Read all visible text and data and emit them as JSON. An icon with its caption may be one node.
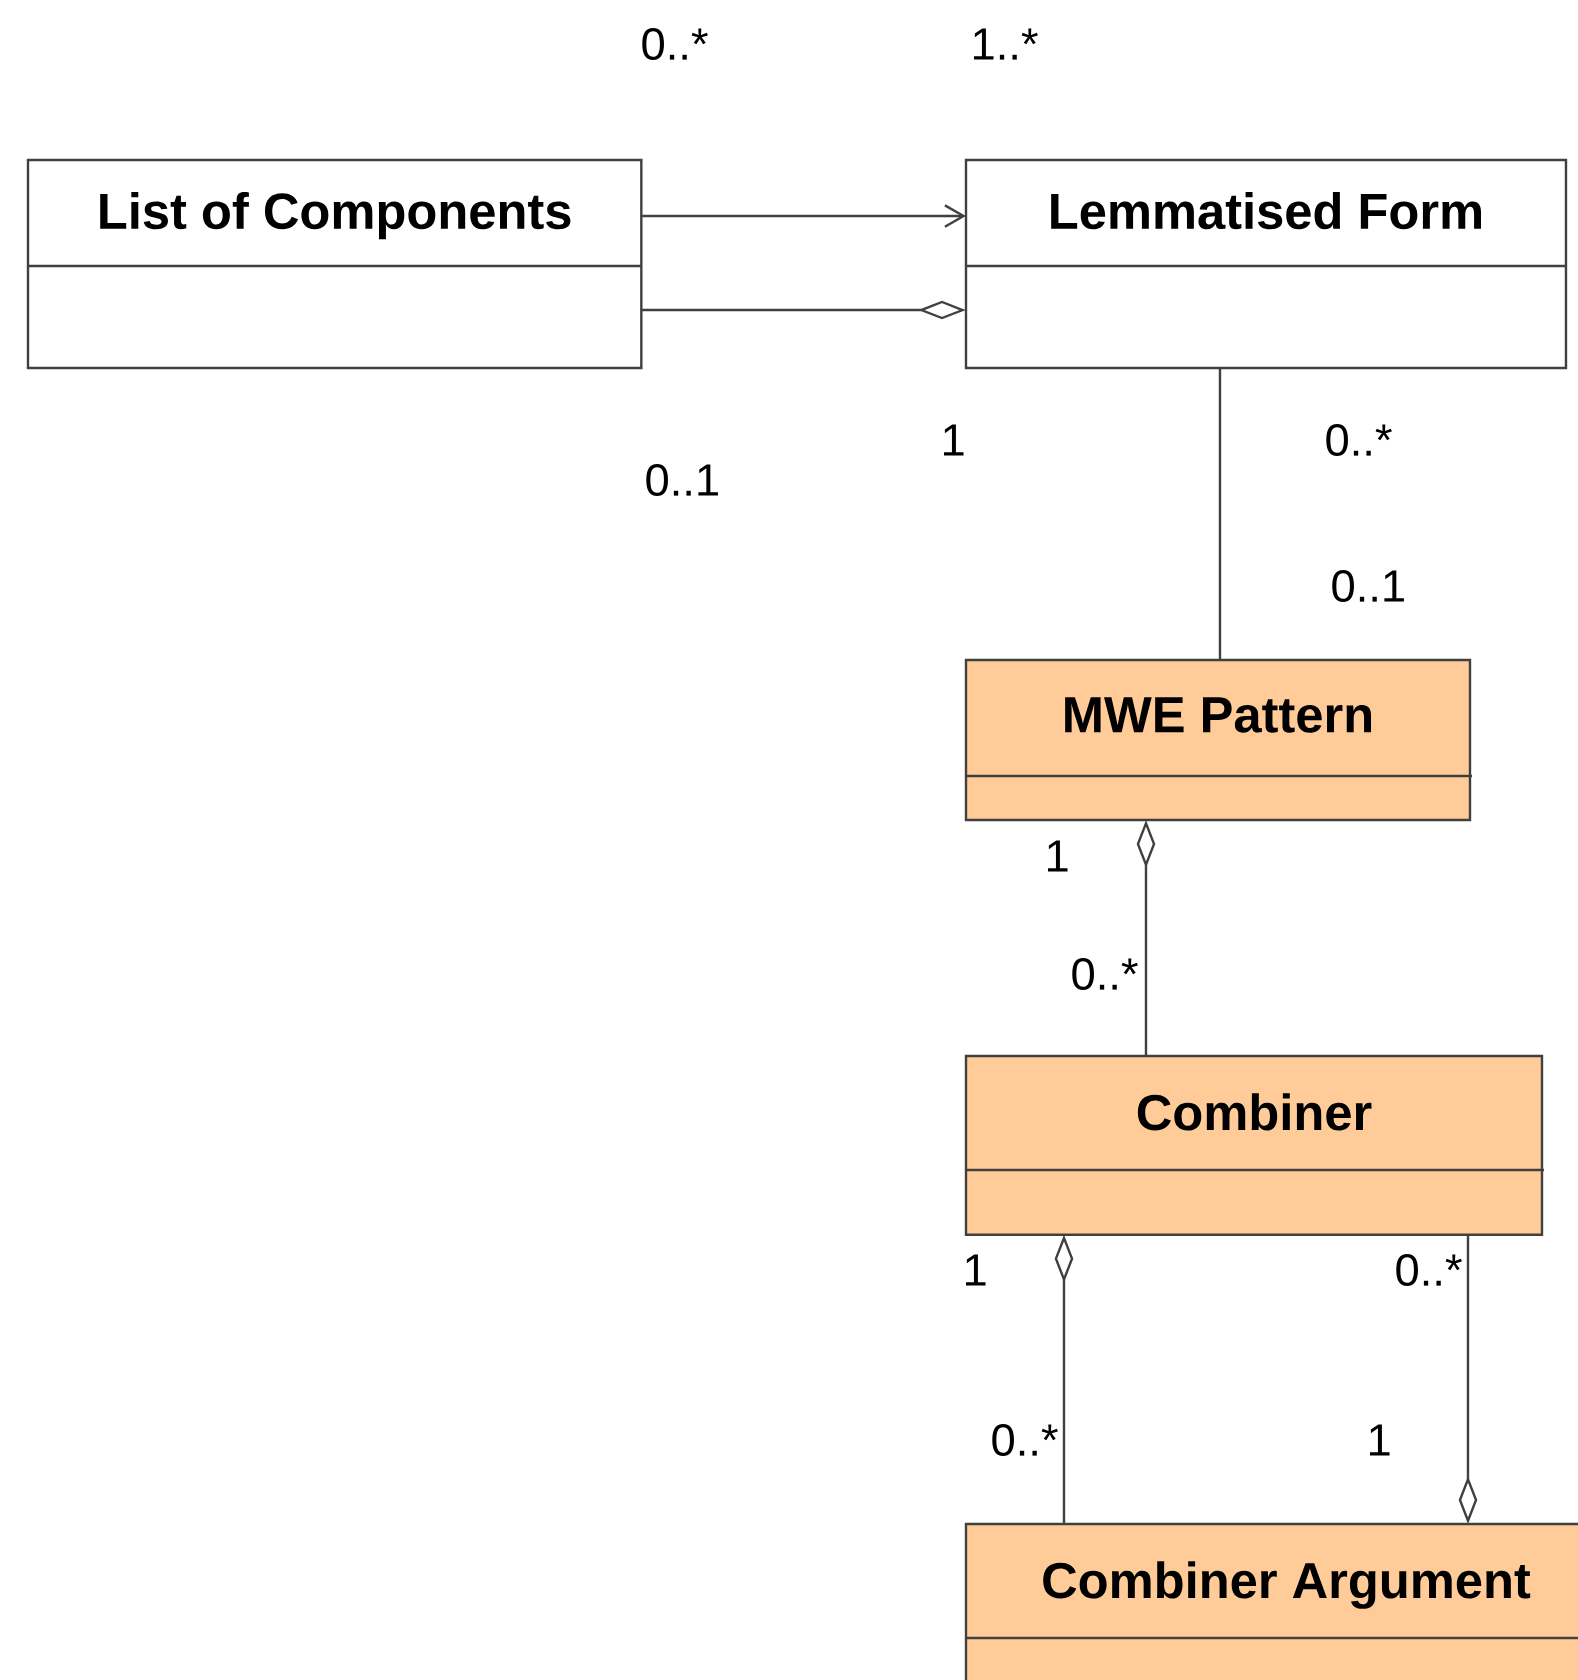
{
  "diagram": {
    "nodes": [
      {
        "text": [
          "List of Components"
        ]
      },
      {
        "text": [
          "Lemmatised Form"
        ]
      },
      {
        "text": [
          "MWE Pattern"
        ]
      },
      {
        "text": [
          "Combiner"
        ]
      },
      {
        "text": [
          "Combiner Argument"
        ]
      }
    ],
    "edges": [
      {
        "from": 0,
        "to": 1,
        "arrow": "to"
      },
      {
        "from": 0,
        "to": 1,
        "arrow": "other"
      },
      {
        "from": 1,
        "to": 2,
        "arrow": "none"
      },
      {
        "from": 3,
        "to": 2,
        "arrow": "other"
      },
      {
        "from": 4,
        "to": 3,
        "arrow": "other"
      },
      {
        "from": 3,
        "to": 4,
        "arrow": "other"
      }
    ],
    "labels": [
      "0..*",
      "1..*",
      "1",
      "0..*",
      "0..1",
      "0..1",
      "1",
      "0..*",
      "1",
      "0..*",
      "0..*",
      "1"
    ]
  }
}
